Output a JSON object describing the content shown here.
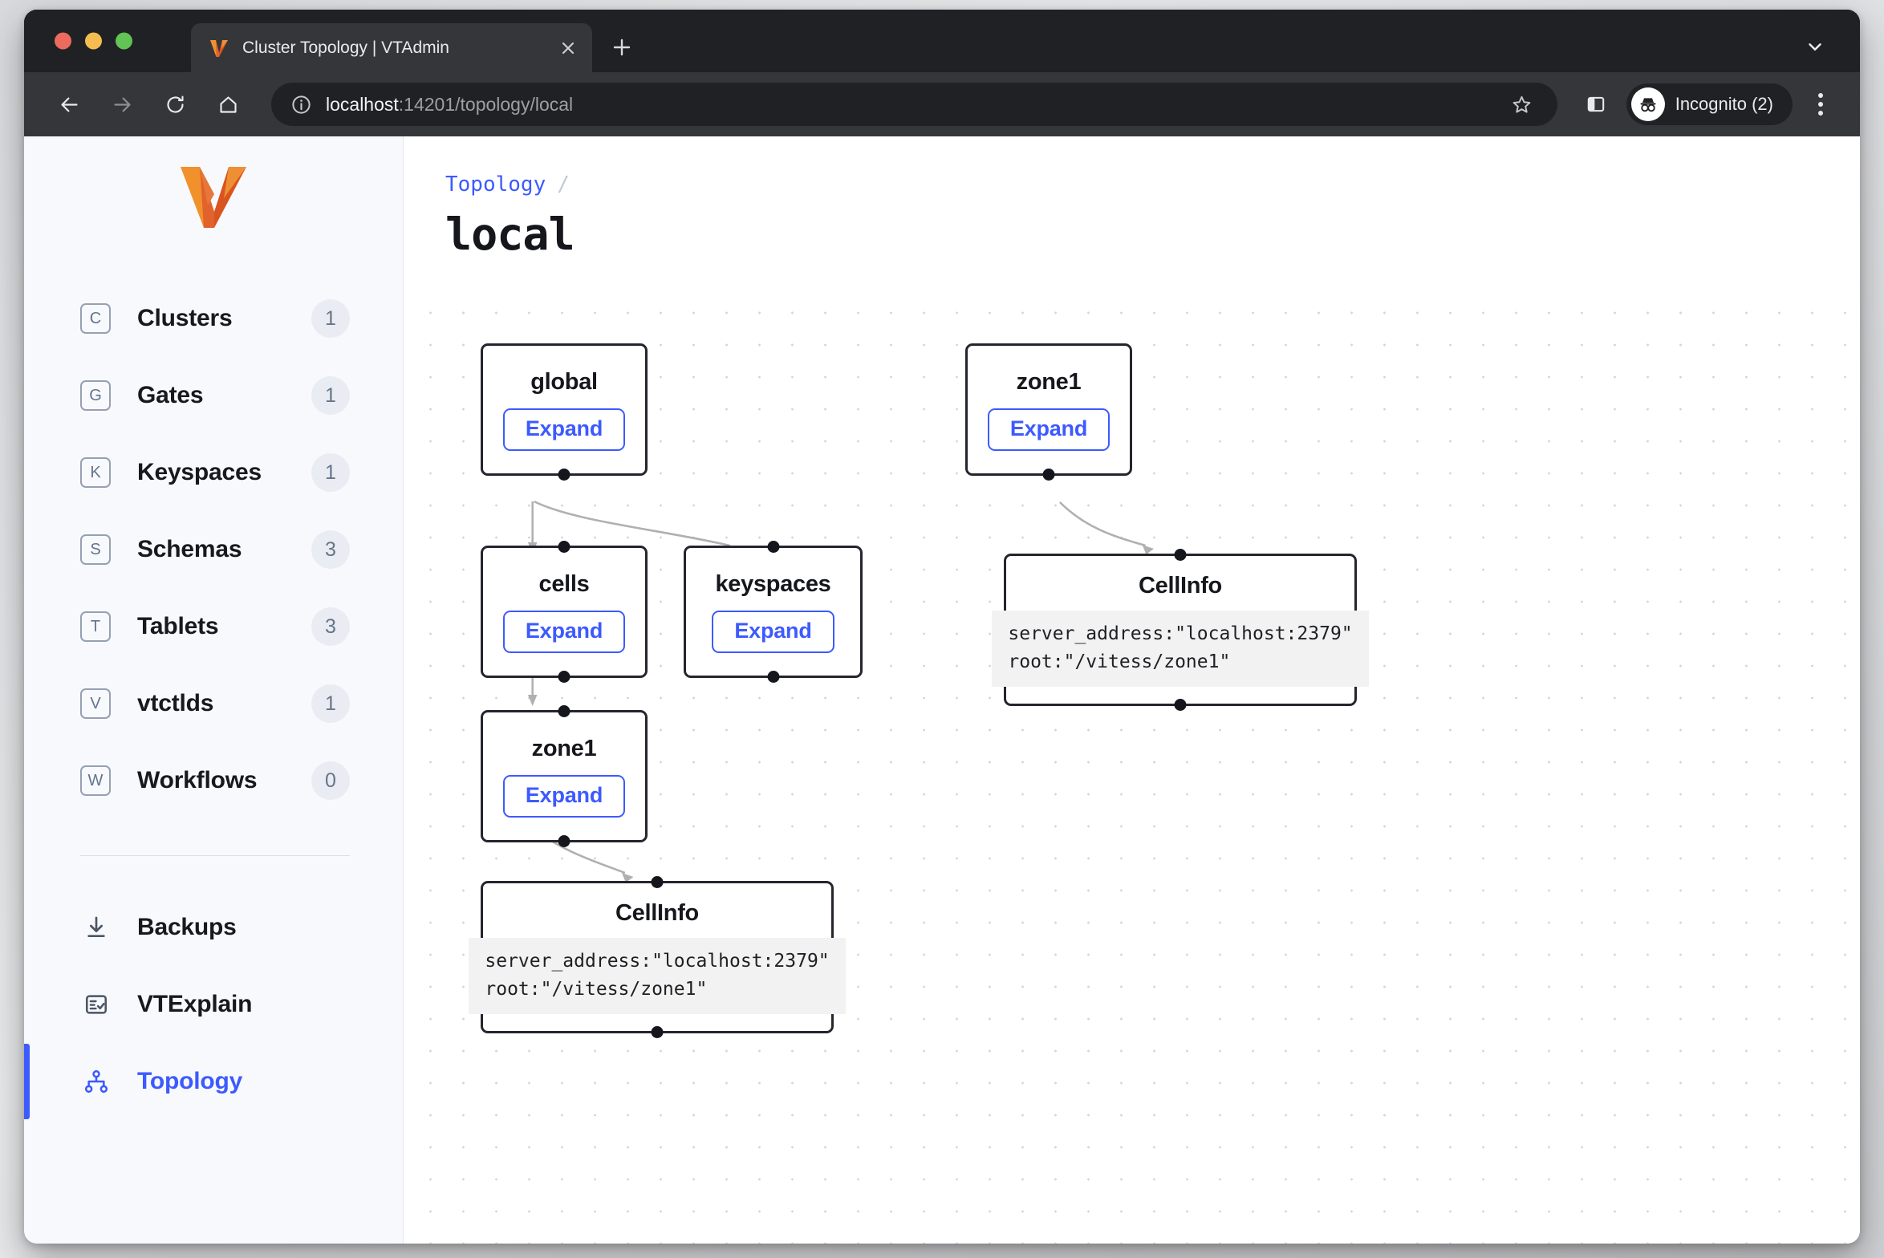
{
  "browser": {
    "tab": {
      "title": "Cluster Topology | VTAdmin",
      "favicon_icon": "vitess-v-logo-icon",
      "close_icon": "close-icon"
    },
    "new_tab_label": "+",
    "tab_search_icon": "chevron-down-icon",
    "toolbar": {
      "back_icon": "back-arrow-icon",
      "forward_icon": "forward-arrow-icon",
      "reload_icon": "reload-icon",
      "home_icon": "home-icon",
      "site_info_icon": "info-circle-icon",
      "url_host": "localhost",
      "url_rest": ":14201/topology/local",
      "bookmark_icon": "star-icon",
      "side_panel_icon": "side-panel-icon",
      "profile_icon": "incognito-icon",
      "profile_label": "Incognito (2)",
      "menu_icon": "kebab-menu-icon"
    }
  },
  "sidebar": {
    "logo_icon": "vitess-logo-icon",
    "items": [
      {
        "icon_letter": "C",
        "label": "Clusters",
        "count": "1"
      },
      {
        "icon_letter": "G",
        "label": "Gates",
        "count": "1"
      },
      {
        "icon_letter": "K",
        "label": "Keyspaces",
        "count": "1"
      },
      {
        "icon_letter": "S",
        "label": "Schemas",
        "count": "3"
      },
      {
        "icon_letter": "T",
        "label": "Tablets",
        "count": "3"
      },
      {
        "icon_letter": "V",
        "label": "vtctlds",
        "count": "1"
      },
      {
        "icon_letter": "W",
        "label": "Workflows",
        "count": "0"
      }
    ],
    "secondary_items": [
      {
        "icon": "download-icon",
        "label": "Backups",
        "active": false
      },
      {
        "icon": "explain-icon",
        "label": "VTExplain",
        "active": false
      },
      {
        "icon": "topology-icon",
        "label": "Topology",
        "active": true
      }
    ]
  },
  "main": {
    "breadcrumb": {
      "root_label": "Topology",
      "separator": "/"
    },
    "page_title": "local"
  },
  "graph": {
    "nodes": [
      {
        "id": "global",
        "title": "global",
        "button": "Expand"
      },
      {
        "id": "cells",
        "title": "cells",
        "button": "Expand"
      },
      {
        "id": "keyspaces",
        "title": "keyspaces",
        "button": "Expand"
      },
      {
        "id": "zone1-left",
        "title": "zone1",
        "button": "Expand"
      },
      {
        "id": "cellinfo-left",
        "title": "CellInfo",
        "code": "server_address:\"localhost:2379\"\nroot:\"/vitess/zone1\""
      },
      {
        "id": "zone1-right",
        "title": "zone1",
        "button": "Expand"
      },
      {
        "id": "cellinfo-right",
        "title": "CellInfo",
        "code": "server_address:\"localhost:2379\"\nroot:\"/vitess/zone1\""
      }
    ]
  },
  "colors": {
    "accent_blue": "#3d5afe",
    "node_border": "#24252f",
    "sidebar_bg": "#f7f9fc",
    "browser_chrome": "#202124",
    "browser_toolbar": "#35363a"
  }
}
